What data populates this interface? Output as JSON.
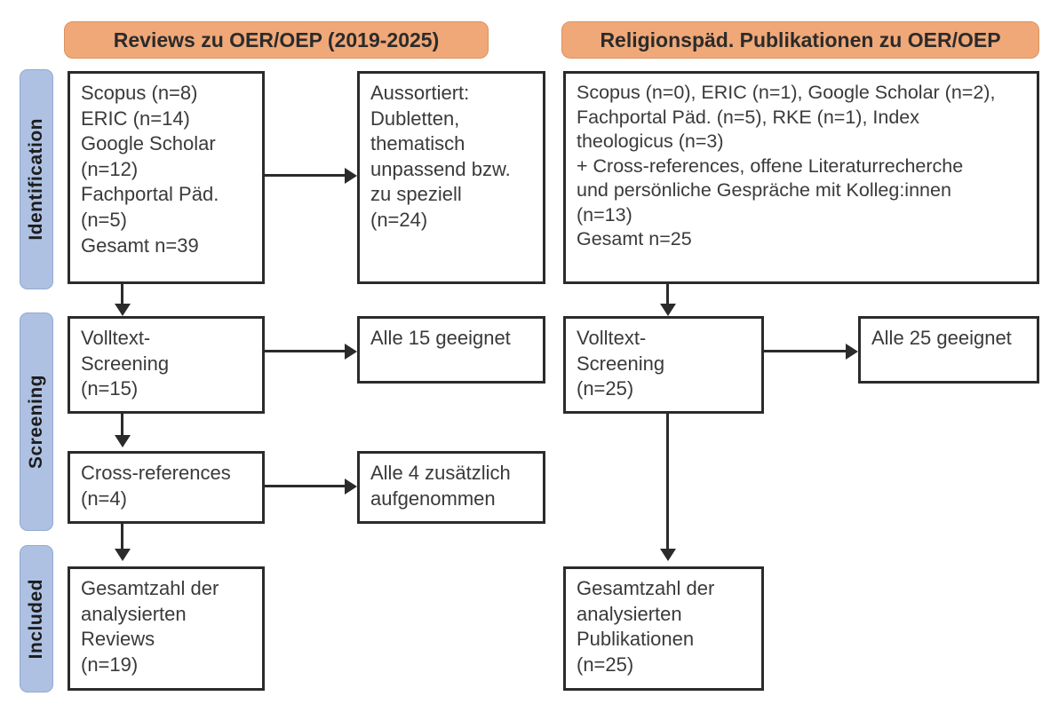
{
  "stages": [
    {
      "label": "Identification"
    },
    {
      "label": "Screening"
    },
    {
      "label": "Included"
    }
  ],
  "columns": [
    {
      "header": "Reviews zu OER/OEP (2019-2025)"
    },
    {
      "header": "Religionspäd. Publikationen zu OER/OEP"
    }
  ],
  "colors": {
    "stage_label_bg": "#AEC1E3",
    "column_header_bg": "#F0A878",
    "box_border": "#2B2B2B",
    "text": "#3A3A3A",
    "background": "#FFFFFF"
  },
  "boxes": {
    "left_identification": {
      "lines": [
        "Scopus (n=8)",
        "ERIC (n=14)",
        "Google Scholar",
        "(n=12)",
        "Fachportal Päd.",
        "(n=5)",
        "Gesamt n=39"
      ]
    },
    "left_excluded": {
      "lines": [
        "Aussortiert:",
        "Dubletten,",
        "thematisch",
        "unpassend bzw.",
        "zu speziell",
        "(n=24)"
      ]
    },
    "left_screening": {
      "lines": [
        "Volltext-",
        "Screening",
        "(n=15)"
      ]
    },
    "left_screening_result": {
      "lines": [
        "Alle 15 geeignet"
      ]
    },
    "left_crossrefs": {
      "lines": [
        "Cross-references",
        "(n=4)"
      ]
    },
    "left_crossrefs_result": {
      "lines": [
        "Alle 4 zusätzlich",
        "aufgenommen"
      ]
    },
    "left_included": {
      "lines": [
        "Gesamtzahl der",
        "analysierten",
        "Reviews",
        "(n=19)"
      ]
    },
    "right_identification": {
      "lines": [
        "Scopus (n=0), ERIC (n=1), Google Scholar (n=2),",
        "Fachportal Päd. (n=5), RKE (n=1), Index",
        "theologicus (n=3)",
        "+ Cross-references, offene Literaturrecherche",
        "und persönliche Gespräche mit Kolleg:innen",
        "(n=13)",
        "Gesamt n=25"
      ]
    },
    "right_screening": {
      "lines": [
        "Volltext-",
        "Screening",
        "(n=25)"
      ]
    },
    "right_screening_result": {
      "lines": [
        "Alle 25 geeignet"
      ]
    },
    "right_included": {
      "lines": [
        "Gesamtzahl der",
        "analysierten",
        "Publikationen",
        "(n=25)"
      ]
    }
  }
}
